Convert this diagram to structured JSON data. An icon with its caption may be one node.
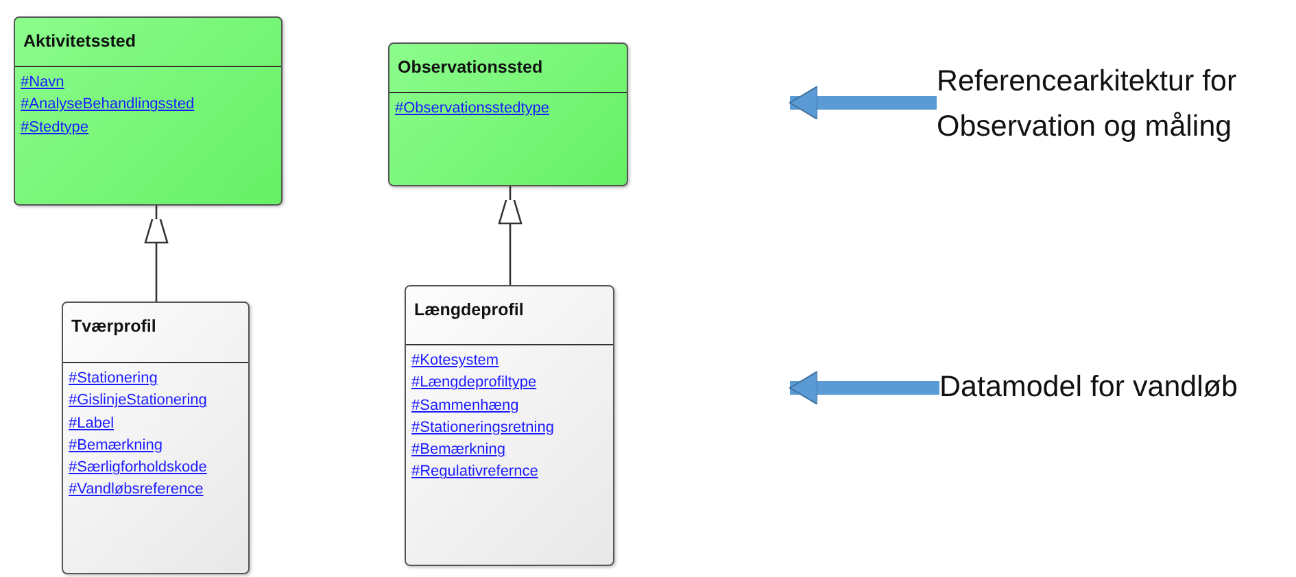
{
  "diagram": {
    "nodes": [
      {
        "text": [
          "Aktivitetssted",
          "#Navn",
          "#AnalyseBehandlingssted",
          "#Stedtype"
        ]
      },
      {
        "text": [
          "Tværprofil",
          "#Stationering",
          "#GislinjeStationering",
          "#Label",
          "#Bemærkning",
          "#Særligforholdskode",
          "#Vandløbsreference"
        ]
      },
      {
        "text": [
          "Observationssted",
          "#Observationsstedtype"
        ]
      },
      {
        "text": [
          "Længdeprofil",
          "#Kotesystem",
          "#Længdeprofiltype",
          "#Sammenhæng",
          "#Stationeringsretning",
          "#Bemærkning",
          "#Regulativrefernce"
        ]
      },
      {
        "text": [
          "Referencearkitektur for Observation og måling"
        ]
      },
      {
        "text": [
          "Datamodel for vandløb"
        ]
      }
    ],
    "edges": [
      {
        "from": 1,
        "to": 0,
        "arrow": "to"
      },
      {
        "from": 3,
        "to": 2,
        "arrow": "to"
      },
      {
        "from": 4,
        "to": null,
        "arrow": "to",
        "style": "thick",
        "color": "#5b9bd5"
      },
      {
        "from": 5,
        "to": null,
        "arrow": "to",
        "style": "thick",
        "color": "#5b9bd5"
      }
    ]
  }
}
